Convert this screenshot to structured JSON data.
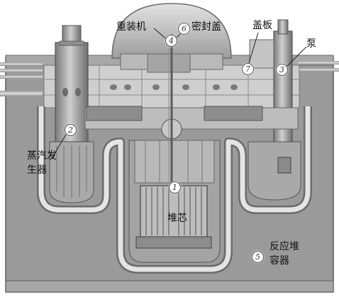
{
  "labels": {
    "refueling_machine": "重装机",
    "seal_cover": "密封盖",
    "cover_plate": "盖板",
    "pump": "泵",
    "steam_generator_line1": "蒸汽发",
    "steam_generator_line2": "生器",
    "core": "堆芯",
    "vessel_line1": "反应堆",
    "vessel_line2": "容器"
  },
  "markers": {
    "m1": "1",
    "m2": "2",
    "m3": "3",
    "m4": "4",
    "m5": "5",
    "m6": "6",
    "m7": "7"
  },
  "colors": {
    "concrete": "#9a9a9a",
    "concrete_dark": "#7c7c7c",
    "steel_light": "#d9d9d9",
    "steel": "#b5b5b5",
    "steel_dark": "#5e5e5e",
    "dome": "#bdbdbd"
  }
}
